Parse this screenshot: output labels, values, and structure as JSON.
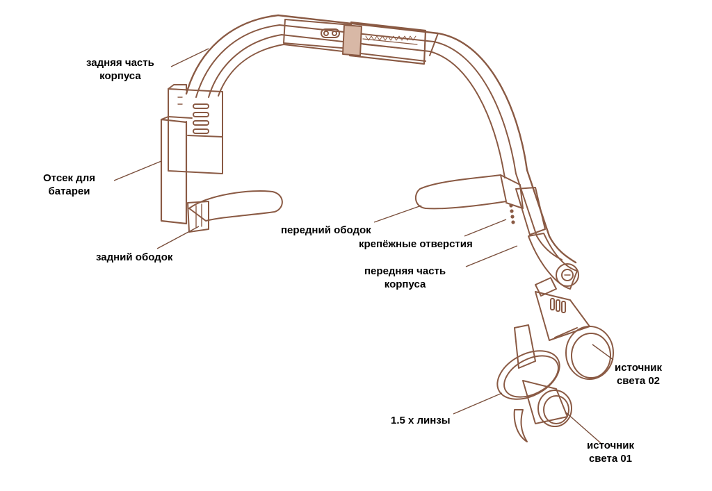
{
  "colors": {
    "outline": "#8a5a44",
    "fill": "#ffffff",
    "leader": "#7a4f3c",
    "text": "#000000"
  },
  "labels": {
    "rear_housing": [
      "задняя часть",
      "корпуса"
    ],
    "battery": [
      "Отсек для",
      "батареи"
    ],
    "rear_rim": "задний ободок",
    "front_rim": "передний ободок",
    "mount_holes": "крепёжные отверстия",
    "front_housing": [
      "передняя часть",
      "корпуса"
    ],
    "light2": [
      "источник",
      "света 02"
    ],
    "lenses": "1.5 x линзы",
    "light1": [
      "источник",
      "света 01"
    ]
  }
}
